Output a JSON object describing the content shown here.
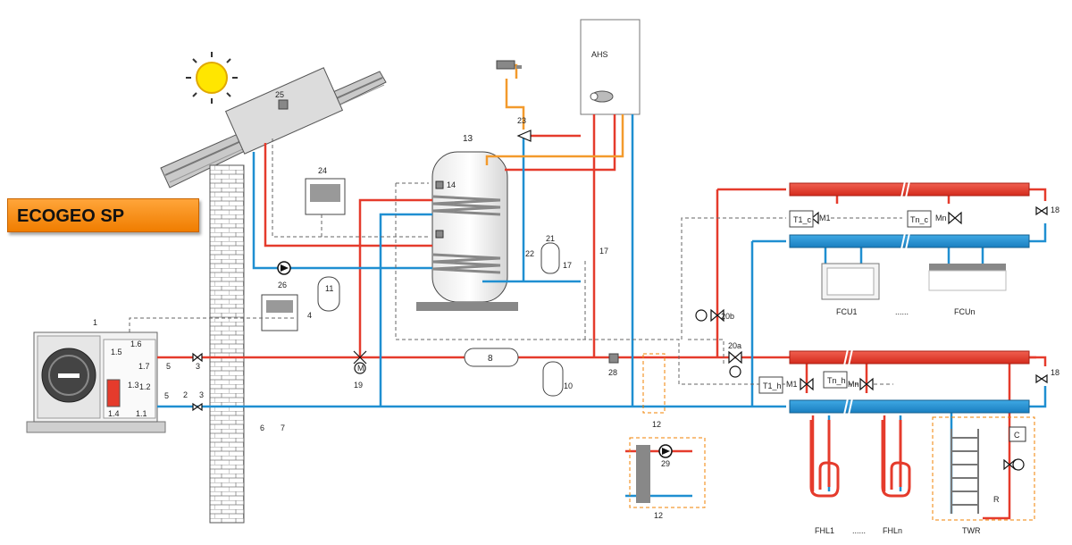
{
  "brand_label": "ECOGEO SP",
  "boiler_label": "AHS",
  "tank_label": "13",
  "components": {
    "c1": "1",
    "c1_1": "1.1",
    "c1_2": "1.2",
    "c1_3": "1.3",
    "c1_4": "1.4",
    "c1_5": "1.5",
    "c1_6": "1.6",
    "c1_7": "1.7",
    "c2": "2",
    "c3a": "3",
    "c3b": "3",
    "c4": "4",
    "c5a": "5",
    "c5b": "5",
    "c6": "6",
    "c7": "7",
    "c8": "8",
    "c10": "10",
    "c11": "11",
    "c12a": "12",
    "c12b": "12",
    "c14": "14",
    "c17a": "17",
    "c17b": "17",
    "c18a": "18",
    "c18b": "18",
    "c19": "19",
    "c20a": "20a",
    "c20b": "20b",
    "c21": "21",
    "c22": "22",
    "c23": "23",
    "c24": "24",
    "c25": "25",
    "c26": "26",
    "c28": "28",
    "c29": "29"
  },
  "sensor_labels": {
    "t1c": "T1_c",
    "tnc": "Tn_c",
    "t1h": "T1_h",
    "tnh": "Tn_h",
    "m1a": "M1",
    "mna": "Mn",
    "m1b": "M1",
    "mnb": "Mn",
    "motor": "M",
    "c_box": "C",
    "r": "R"
  },
  "terminal_labels": {
    "fcu1": "FCU1",
    "fcun": "FCUn",
    "fhl1": "FHL1",
    "fhln": "FHLn",
    "twr": "TWR",
    "dots1": "......",
    "dots2": "......"
  },
  "colors": {
    "hot": "#e53b2c",
    "cold": "#1f8fd1",
    "dhw": "#f39a2c",
    "accent": "#f08000"
  }
}
